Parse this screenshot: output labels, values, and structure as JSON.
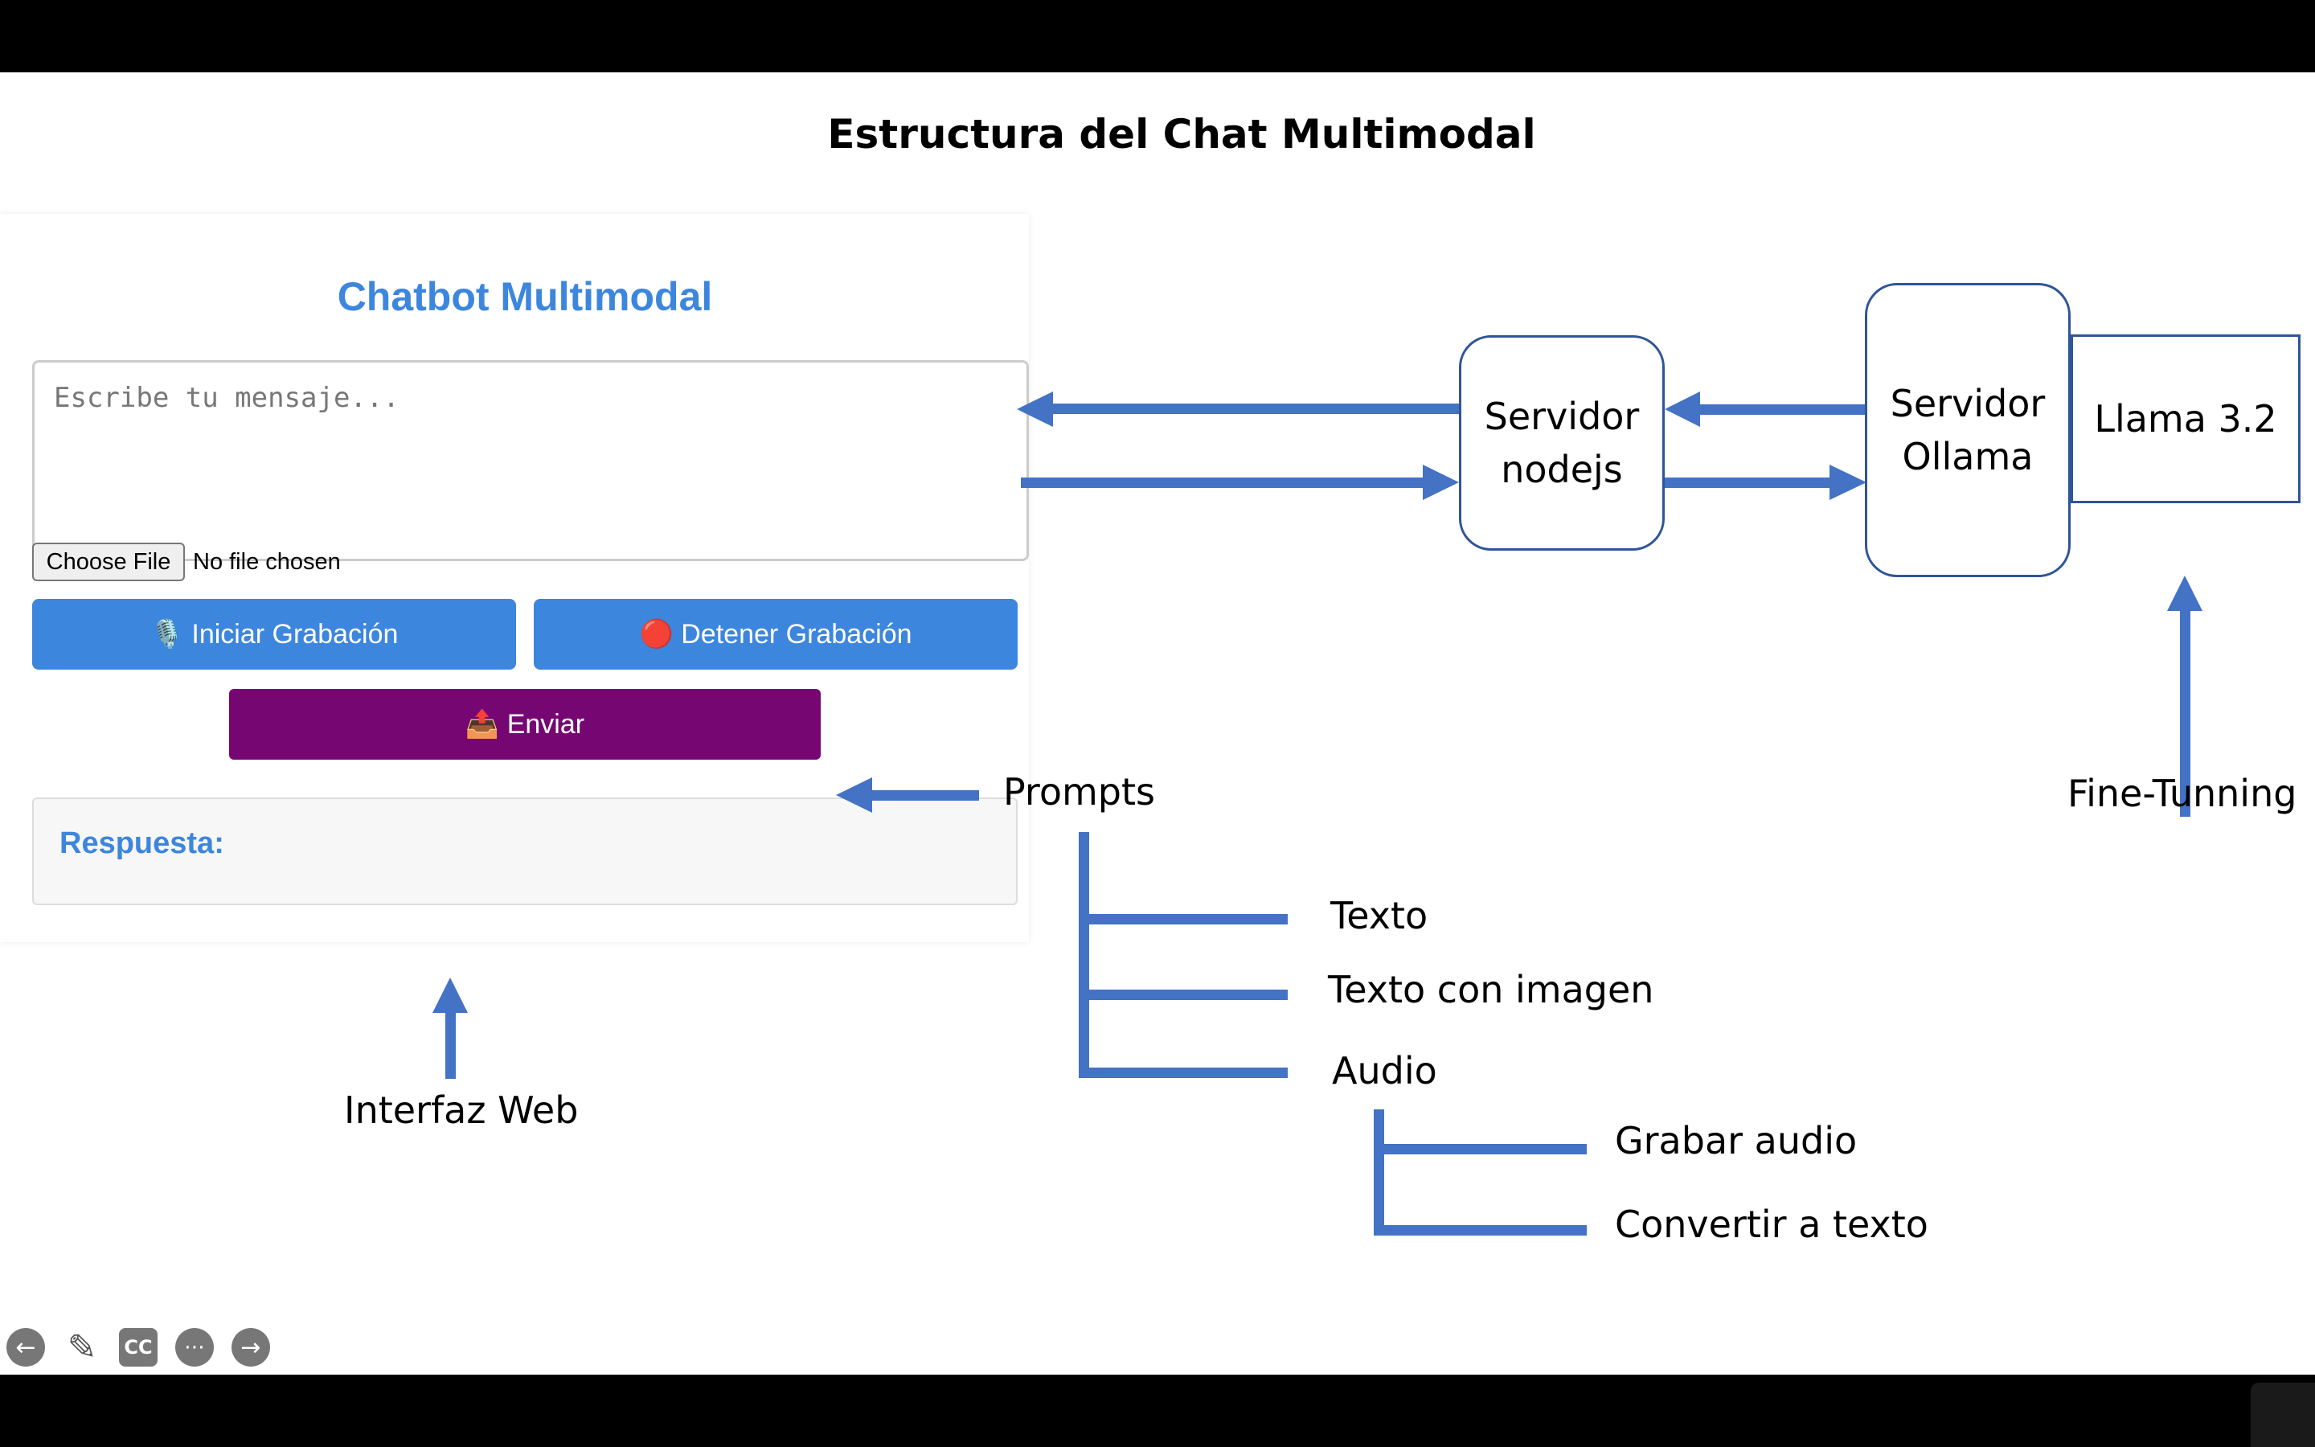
{
  "slide": {
    "title": "Estructura del Chat Multimodal"
  },
  "chat": {
    "title": "Chatbot Multimodal",
    "input_placeholder": "Escribe tu mensaje...",
    "file_button_label": "Choose File",
    "file_status": "No file chosen",
    "start_recording_label": "🎙️ Iniciar Grabación",
    "stop_recording_label": "🔴 Detener Grabación",
    "send_label": "📤 Enviar",
    "response_label": "Respuesta:"
  },
  "diagram": {
    "nodejs_line1": "Servidor",
    "nodejs_line2": "nodejs",
    "ollama_line1": "Servidor",
    "ollama_line2": "Ollama",
    "llama_label": "Llama 3.2",
    "fine_tuning_label": "Fine-Tunning",
    "prompts_label": "Prompts",
    "texto_label": "Texto",
    "texto_imagen_label": "Texto con imagen",
    "audio_label": "Audio",
    "grabar_audio_label": "Grabar audio",
    "convertir_label": "Convertir a texto",
    "interfaz_label": "Interfaz Web",
    "arrow_color": "#4472c4"
  },
  "toolbar": {
    "icons": [
      "back-icon",
      "pen-icon",
      "captions-icon",
      "more-icon",
      "forward-icon"
    ],
    "cc_label": "CC"
  }
}
